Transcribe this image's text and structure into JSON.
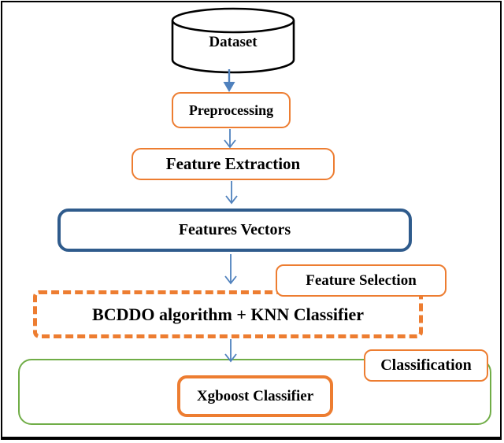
{
  "figure": {
    "type": "flowchart",
    "nodes": {
      "dataset": {
        "label": "Dataset",
        "shape": "cylinder"
      },
      "preprocessing": {
        "label": "Preprocessing"
      },
      "feature_extraction": {
        "label": "Feature Extraction"
      },
      "features_vectors": {
        "label": "Features Vectors"
      },
      "feature_selection": {
        "label": "Feature Selection"
      },
      "bcddo_knn": {
        "label": "BCDDO algorithm + KNN Classifier"
      },
      "classification": {
        "label": "Classification"
      },
      "xgboost": {
        "label": "Xgboost Classifier"
      }
    },
    "edges": [
      {
        "from": "dataset",
        "to": "preprocessing"
      },
      {
        "from": "preprocessing",
        "to": "feature_extraction"
      },
      {
        "from": "feature_extraction",
        "to": "features_vectors"
      },
      {
        "from": "features_vectors",
        "to": "bcddo_knn"
      },
      {
        "from": "bcddo_knn",
        "to": "classification_group"
      }
    ],
    "colors": {
      "orange_outline": "#ED7D31",
      "dark_blue_outline": "#2F5B8C",
      "green_outline": "#70AD47",
      "arrow_blue": "#4F81BD",
      "text": "#000000",
      "frame": "#000000",
      "background": "#FFFFFF"
    }
  }
}
